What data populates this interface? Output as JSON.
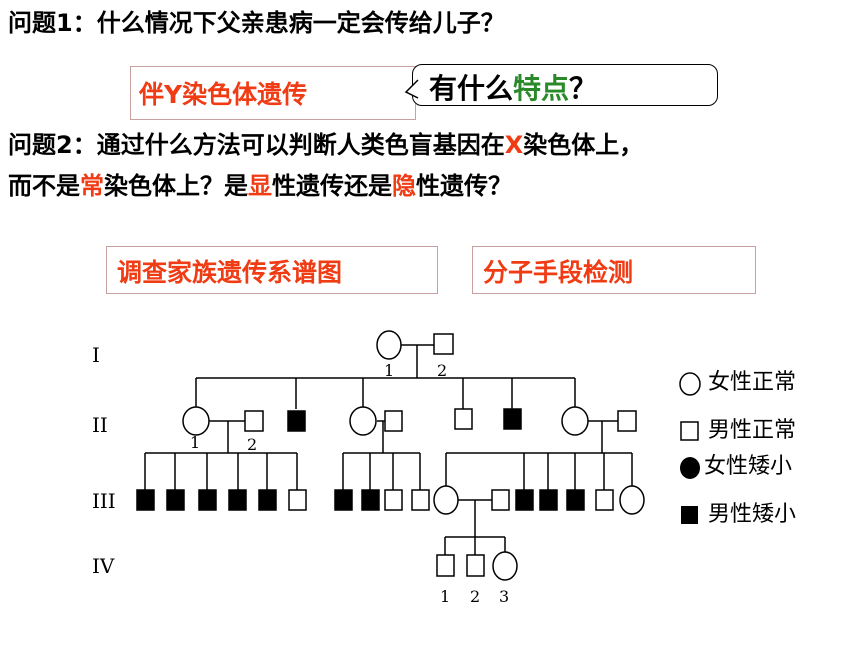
{
  "q1": {
    "text": "问题1：什么情况下父亲患病一定会传给儿子？"
  },
  "answer1": {
    "label": "伴Y染色体遗传"
  },
  "bubble": {
    "pre": "有什么",
    "highlight": "特点",
    "post": "？"
  },
  "q2": {
    "line1_a": "问题2：通过什么方法可以判断人类色盲基因在",
    "line1_x": "X",
    "line1_b": "染色体上，",
    "line2_a": "而不是",
    "line2_chang": "常",
    "line2_b": "染色体上？是",
    "line2_xian": "显",
    "line2_c": "性遗传还是",
    "line2_yin": "隐",
    "line2_d": "性遗传？"
  },
  "methods": {
    "left": "调查家族遗传系谱图",
    "right": "分子手段检测"
  },
  "pedigree": {
    "generations": [
      "I",
      "II",
      "III",
      "IV"
    ],
    "numbers": {
      "I_1": "1",
      "I_2": "2",
      "II_1": "1",
      "II_2": "2",
      "IV_1": "1",
      "IV_2": "2",
      "IV_3": "3"
    }
  },
  "legend": {
    "items": [
      {
        "symbol": "circle-open",
        "label": "女性正常"
      },
      {
        "symbol": "square-open",
        "label": "男性正常"
      },
      {
        "symbol": "circle-filled",
        "label": "女性矮小"
      },
      {
        "symbol": "square-filled",
        "label": "男性矮小"
      }
    ]
  }
}
